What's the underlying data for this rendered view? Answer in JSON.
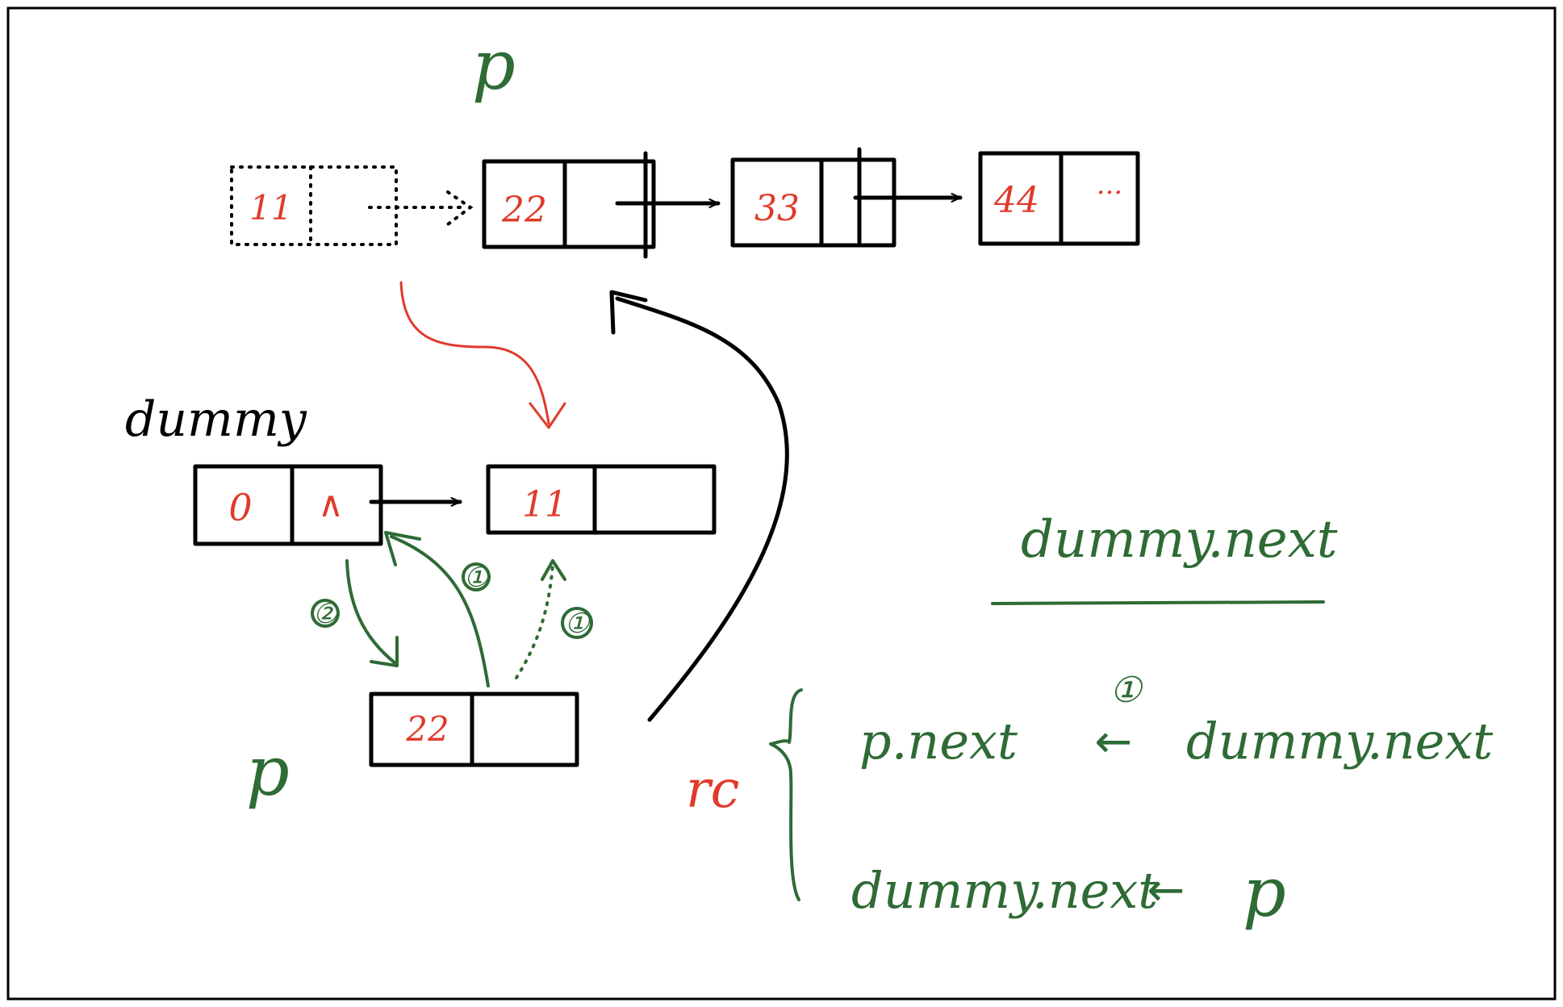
{
  "colors": {
    "black": "#000000",
    "red": "#e03a2b",
    "green": "#2e6b35"
  },
  "top_row": {
    "pointer_label": "p",
    "removed_node_value": "11",
    "nodes": [
      "22",
      "33",
      "44"
    ],
    "ellipsis": "···"
  },
  "dummy": {
    "label": "dummy",
    "value": "0",
    "next": "∧"
  },
  "moved_node": {
    "value": "11"
  },
  "current_node": {
    "value": "22",
    "pointer_label": "p"
  },
  "steps": {
    "step1": "①",
    "step2": "②"
  },
  "procedure": {
    "heading": "dummy.next",
    "loop_label": "rc",
    "step_number": "①",
    "line1": {
      "target": "p.next",
      "arrow": "←",
      "source": "dummy.next"
    },
    "line2": {
      "target": "dummy.next",
      "arrow": "←",
      "source": "p"
    }
  }
}
